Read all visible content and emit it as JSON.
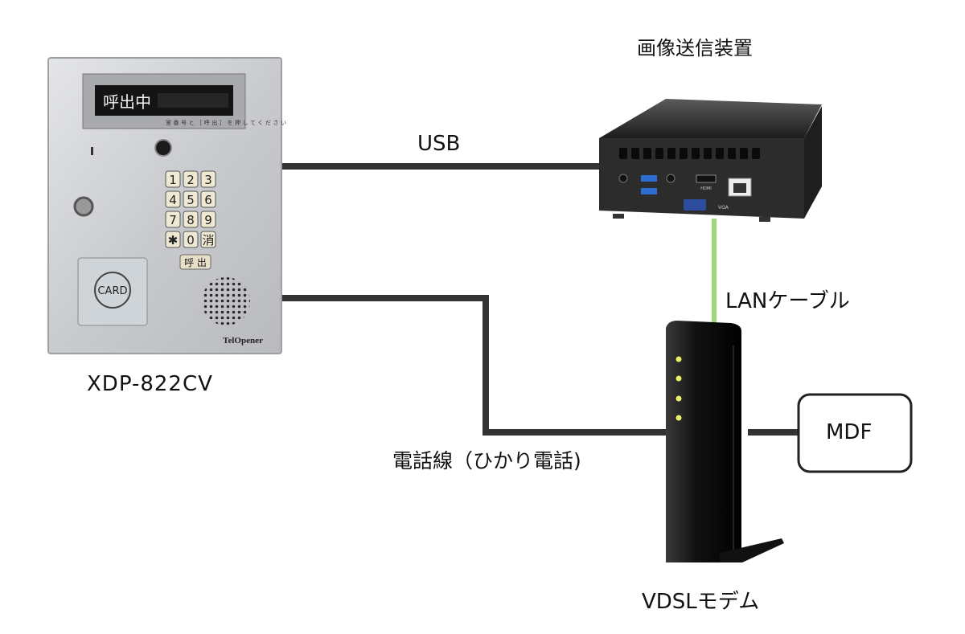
{
  "devices": {
    "intercom": {
      "model_label": "XDP-822CV",
      "display_text": "呼出中",
      "display_hint": "室番号と［呼出］を押してください",
      "keys": [
        "1",
        "2",
        "3",
        "4",
        "5",
        "6",
        "7",
        "8",
        "9",
        "✱",
        "0",
        "消"
      ],
      "call_key": "呼 出",
      "card_label": "CARD",
      "brand": "TelOpener"
    },
    "image_sender": {
      "label": "画像送信装置",
      "port_labels": [
        "HDMI",
        "VGA"
      ]
    },
    "modem": {
      "label": "VDSLモデム"
    },
    "mdf": {
      "label": "MDF"
    }
  },
  "connections": {
    "usb": {
      "label": "USB",
      "color": "#333333"
    },
    "phone_line": {
      "label": "電話線（ひかり電話)",
      "color": "#333333"
    },
    "lan": {
      "label": "LANケーブル",
      "color": "#9fd67e"
    }
  }
}
